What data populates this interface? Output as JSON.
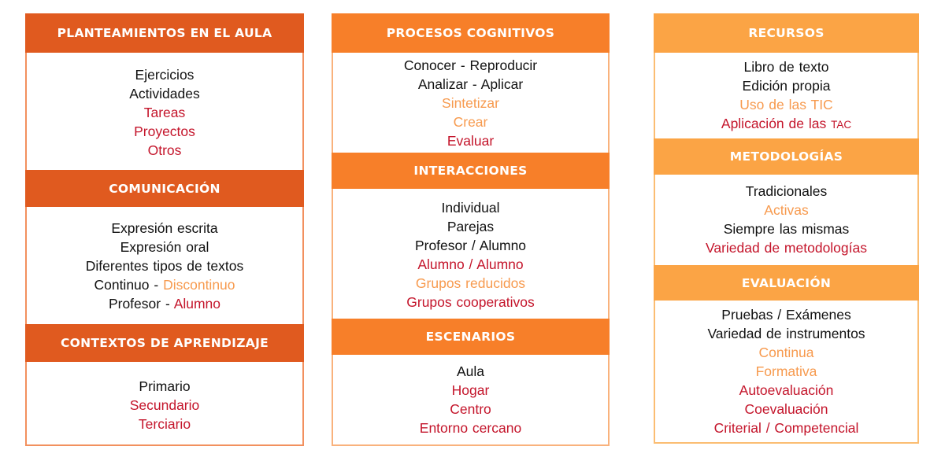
{
  "colors": {
    "header_dark": "#e05a1f",
    "header_mid": "#f77f29",
    "header_light": "#fba445",
    "border_dark": "#f2905e",
    "border_mid": "#f9b27c",
    "border_light": "#fbbd72",
    "text_black": "#111111",
    "text_red": "#c4152b",
    "text_orange": "#f79a4e"
  },
  "columns": [
    {
      "sections": [
        {
          "title": "PLANTEAMIENTOS EN EL AULA",
          "items": [
            {
              "parts": [
                {
                  "text": "Ejercicios",
                  "color": "black"
                }
              ]
            },
            {
              "parts": [
                {
                  "text": "Actividades",
                  "color": "black"
                }
              ]
            },
            {
              "parts": [
                {
                  "text": "Tareas",
                  "color": "red"
                }
              ]
            },
            {
              "parts": [
                {
                  "text": "Proyectos",
                  "color": "red"
                }
              ]
            },
            {
              "parts": [
                {
                  "text": "Otros",
                  "color": "red"
                }
              ]
            }
          ]
        },
        {
          "title": "COMUNICACIÓN",
          "items": [
            {
              "parts": [
                {
                  "text": "Expresión escrita",
                  "color": "black"
                }
              ]
            },
            {
              "parts": [
                {
                  "text": "Expresión oral",
                  "color": "black"
                }
              ]
            },
            {
              "parts": [
                {
                  "text": "Diferentes tipos de textos",
                  "color": "black"
                }
              ]
            },
            {
              "parts": [
                {
                  "text": "Continuo - ",
                  "color": "black"
                },
                {
                  "text": "Discontinuo",
                  "color": "orange"
                }
              ]
            },
            {
              "parts": [
                {
                  "text": "Profesor - ",
                  "color": "black"
                },
                {
                  "text": "Alumno",
                  "color": "red"
                }
              ]
            }
          ]
        },
        {
          "title": "CONTEXTOS DE APRENDIZAJE",
          "items": [
            {
              "parts": [
                {
                  "text": "Primario",
                  "color": "black"
                }
              ]
            },
            {
              "parts": [
                {
                  "text": "Secundario",
                  "color": "red"
                }
              ]
            },
            {
              "parts": [
                {
                  "text": "Terciario",
                  "color": "red"
                }
              ]
            }
          ]
        }
      ]
    },
    {
      "sections": [
        {
          "title": "PROCESOS COGNITIVOS",
          "items": [
            {
              "parts": [
                {
                  "text": "Conocer - Reproducir",
                  "color": "black"
                }
              ]
            },
            {
              "parts": [
                {
                  "text": "Analizar - Aplicar",
                  "color": "black"
                }
              ]
            },
            {
              "parts": [
                {
                  "text": "Sintetizar",
                  "color": "orange"
                }
              ]
            },
            {
              "parts": [
                {
                  "text": "Crear",
                  "color": "orange"
                }
              ]
            },
            {
              "parts": [
                {
                  "text": "Evaluar",
                  "color": "red"
                }
              ]
            }
          ]
        },
        {
          "title": "INTERACCIONES",
          "items": [
            {
              "parts": [
                {
                  "text": "Individual",
                  "color": "black"
                }
              ]
            },
            {
              "parts": [
                {
                  "text": "Parejas",
                  "color": "black"
                }
              ]
            },
            {
              "parts": [
                {
                  "text": "Profesor / Alumno",
                  "color": "black"
                }
              ]
            },
            {
              "parts": [
                {
                  "text": "Alumno / Alumno",
                  "color": "red"
                }
              ]
            },
            {
              "parts": [
                {
                  "text": "Grupos reducidos",
                  "color": "orange"
                }
              ]
            },
            {
              "parts": [
                {
                  "text": "Grupos cooperativos",
                  "color": "red"
                }
              ]
            }
          ]
        },
        {
          "title": "ESCENARIOS",
          "items": [
            {
              "parts": [
                {
                  "text": "Aula",
                  "color": "black"
                }
              ]
            },
            {
              "parts": [
                {
                  "text": "Hogar",
                  "color": "red"
                }
              ]
            },
            {
              "parts": [
                {
                  "text": "Centro",
                  "color": "red"
                }
              ]
            },
            {
              "parts": [
                {
                  "text": "Entorno cercano",
                  "color": "red"
                }
              ]
            }
          ]
        }
      ]
    },
    {
      "sections": [
        {
          "title": "RECURSOS",
          "items": [
            {
              "parts": [
                {
                  "text": "Libro de texto",
                  "color": "black"
                }
              ]
            },
            {
              "parts": [
                {
                  "text": "Edición propia",
                  "color": "black"
                }
              ]
            },
            {
              "parts": [
                {
                  "text": "Uso de las TIC",
                  "color": "orange"
                }
              ]
            },
            {
              "parts": [
                {
                  "text": "Aplicación de las ",
                  "color": "red"
                },
                {
                  "text": "TAC",
                  "color": "red",
                  "small": true
                }
              ]
            }
          ]
        },
        {
          "title": "METODOLOGÍAS",
          "items": [
            {
              "parts": [
                {
                  "text": "Tradicionales",
                  "color": "black"
                }
              ]
            },
            {
              "parts": [
                {
                  "text": "Activas",
                  "color": "orange"
                }
              ]
            },
            {
              "parts": [
                {
                  "text": "Siempre las mismas",
                  "color": "black"
                }
              ]
            },
            {
              "parts": [
                {
                  "text": "Variedad de metodologías",
                  "color": "red"
                }
              ]
            }
          ]
        },
        {
          "title": "EVALUACIÓN",
          "items": [
            {
              "parts": [
                {
                  "text": "Pruebas / Exámenes",
                  "color": "black"
                }
              ]
            },
            {
              "parts": [
                {
                  "text": "Variedad de instrumentos",
                  "color": "black"
                }
              ]
            },
            {
              "parts": [
                {
                  "text": "Continua",
                  "color": "orange"
                }
              ]
            },
            {
              "parts": [
                {
                  "text": "Formativa",
                  "color": "orange"
                }
              ]
            },
            {
              "parts": [
                {
                  "text": "Autoevaluación",
                  "color": "red"
                }
              ]
            },
            {
              "parts": [
                {
                  "text": "Coevaluación",
                  "color": "red"
                }
              ]
            },
            {
              "parts": [
                {
                  "text": "Criterial / Competencial",
                  "color": "red"
                }
              ]
            }
          ]
        }
      ]
    }
  ]
}
